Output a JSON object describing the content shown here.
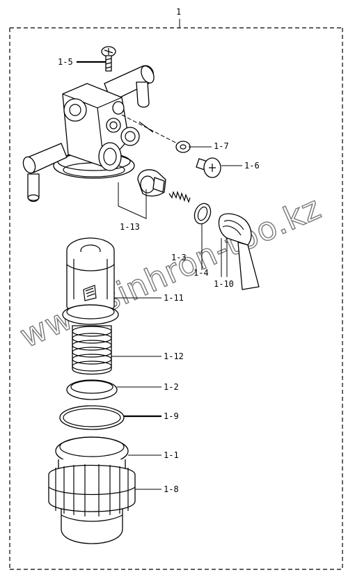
{
  "title_number": "1",
  "watermark": "www.sinhron-too.kz",
  "labels": [
    {
      "id": "1-5",
      "text": "1-5"
    },
    {
      "id": "1-7",
      "text": "1-7"
    },
    {
      "id": "1-6",
      "text": "1-6"
    },
    {
      "id": "1-13",
      "text": "1-13"
    },
    {
      "id": "1-3",
      "text": "1-3"
    },
    {
      "id": "1-4",
      "text": "1-4"
    },
    {
      "id": "1-10",
      "text": "1-10"
    },
    {
      "id": "1-11",
      "text": "1-11"
    },
    {
      "id": "1-12",
      "text": "1-12"
    },
    {
      "id": "1-2",
      "text": "1-2"
    },
    {
      "id": "1-9",
      "text": "1-9"
    },
    {
      "id": "1-1",
      "text": "1-1"
    },
    {
      "id": "1-8",
      "text": "1-8"
    }
  ]
}
